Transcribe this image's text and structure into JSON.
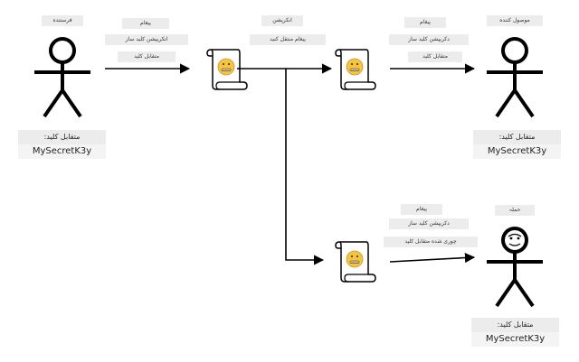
{
  "sender": {
    "label": "فرستنده",
    "key_label": "متقابل کلید:",
    "key_value": "MySecretK3y"
  },
  "encryption_step": {
    "line1": "پیغام",
    "line2": "انکریپشن کلید ساز",
    "line3": "متقابل کلید"
  },
  "encrypted_message": {
    "line1": "انکرپشن",
    "line2": "پیغام منتقل کنید"
  },
  "decryption_step": {
    "line1": "پیغام",
    "line2": "دکریپشن کلید ساز",
    "line3": "متقابل کلید"
  },
  "receiver": {
    "label": "موصول کننده",
    "key_label": "متقابل کلید:",
    "key_value": "MySecretK3y"
  },
  "attack_step": {
    "line1": "پیغام",
    "line2": "دکریپشن کلید ساز",
    "line3": "چوری شده متقابل کلید"
  },
  "attacker": {
    "label": "حملہ",
    "key_label": "متقابل کلید:",
    "key_value": "MySecretK3y"
  },
  "icons": [
    "stick-figure-icon",
    "scroll-icon",
    "zipper-mouth-emoji-icon",
    "attacker-face-icon"
  ]
}
